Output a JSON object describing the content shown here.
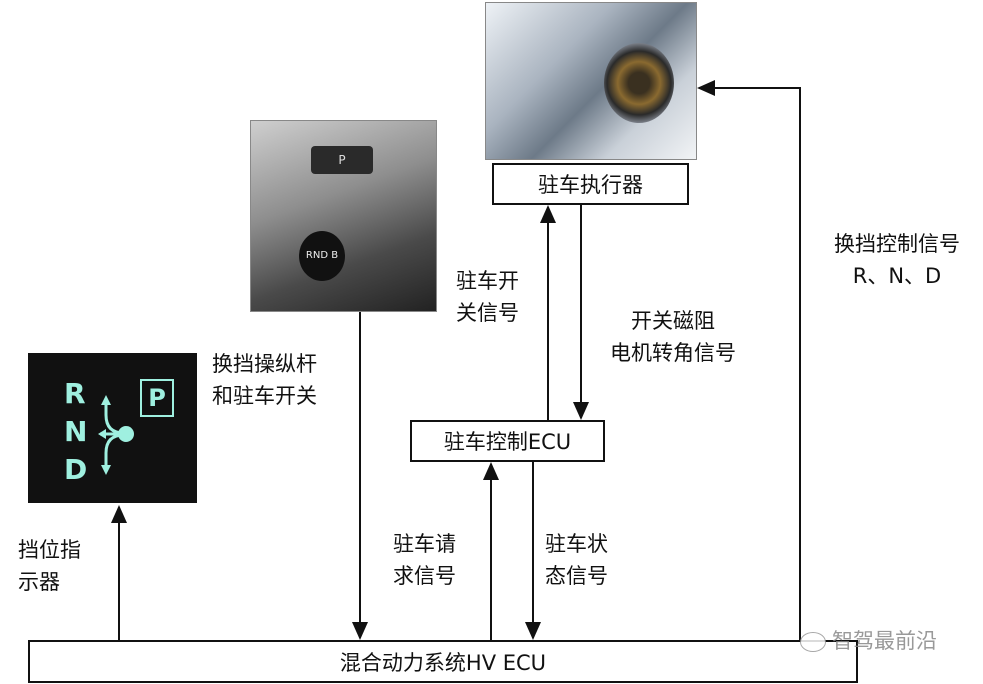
{
  "boxes": {
    "actuator": "驻车执行器",
    "parking_ecu": "驻车控制ECU",
    "hv_ecu": "混合动力系统HV ECU"
  },
  "labels": {
    "shift_signal": [
      "换挡控制信号",
      "R、N、D"
    ],
    "park_switch_signal": [
      "驻车开",
      "关信号"
    ],
    "motor_angle_signal": [
      "开关磁阻",
      "电机转角信号"
    ],
    "lever_switch": [
      "换挡操纵杆",
      "和驻车开关"
    ],
    "indicator": [
      "挡位指",
      "示器"
    ],
    "park_request": [
      "驻车请",
      "求信号"
    ],
    "park_status": [
      "驻车状",
      "态信号"
    ]
  },
  "indicator_display": {
    "gears": [
      "R",
      "N",
      "D"
    ],
    "park": "P",
    "color": "#9ff0e0"
  },
  "lever_photo": {
    "park_button": "P",
    "gears": "RND B"
  },
  "watermark": "智驾最前沿"
}
